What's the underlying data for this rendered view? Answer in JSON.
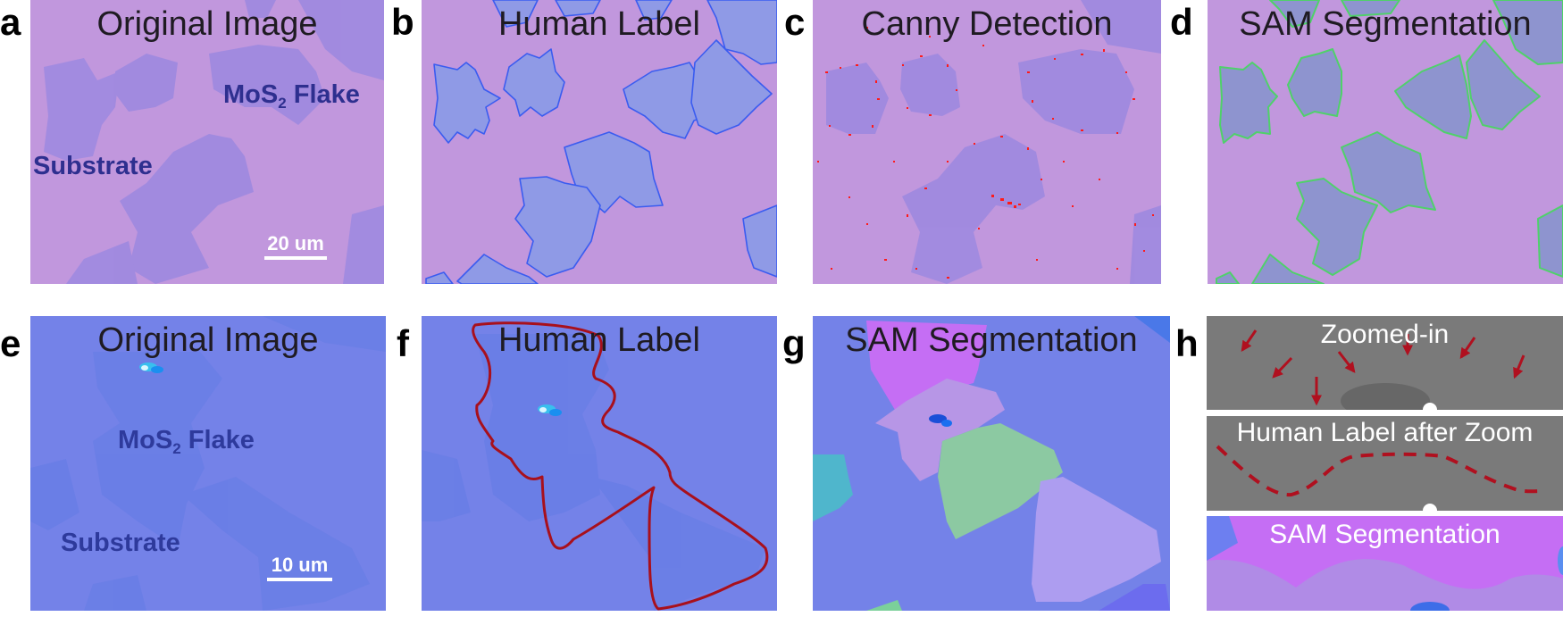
{
  "figure": {
    "panels": [
      {
        "letter": "a",
        "title": "Original Image",
        "labels": {
          "flake": "MoS",
          "flake_sub": "2",
          "flake_suffix": " Flake",
          "substrate": "Substrate"
        },
        "scale_bar": "20 um"
      },
      {
        "letter": "b",
        "title": "Human Label"
      },
      {
        "letter": "c",
        "title": "Canny Detection"
      },
      {
        "letter": "d",
        "title": "SAM Segmentation"
      },
      {
        "letter": "e",
        "title": "Original Image",
        "labels": {
          "flake": "MoS",
          "flake_sub": "2",
          "flake_suffix": " Flake",
          "substrate": "Substrate"
        },
        "scale_bar": "10 um"
      },
      {
        "letter": "f",
        "title": "Human Label"
      },
      {
        "letter": "g",
        "title": "SAM Segmentation"
      },
      {
        "letter": "h",
        "strips": [
          {
            "title": "Zoomed-in"
          },
          {
            "title": "Human Label after Zoom"
          },
          {
            "title": "SAM Segmentation"
          }
        ]
      }
    ],
    "colors": {
      "substrate_top": "#c197dd",
      "flake_top": "#9c88e0",
      "human_outline_blue": "#3a5cf0",
      "human_fill_blue": "#8f9ae6",
      "canny_red": "#ff1a1a",
      "sam_green_outline": "#4fd16a",
      "sam_fill_grey": "#8e94cf",
      "substrate_bottom": "#7482e8",
      "flake_bottom": "#6a7ee6",
      "human_outline_red": "#a8101c",
      "sam_magenta": "#c56ef4",
      "sam_pink": "#b796e6",
      "sam_green": "#8cc9a2",
      "sam_lavender": "#ad9df0",
      "sam_teal": "#4fb6cc",
      "grey_bg": "#7a7a7a"
    }
  }
}
